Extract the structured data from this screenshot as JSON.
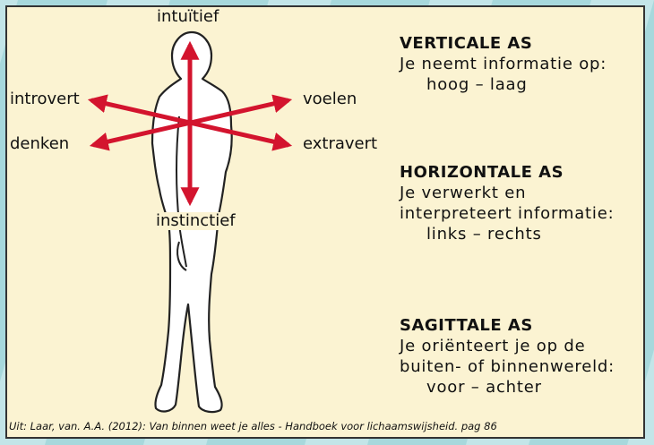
{
  "axes": {
    "top": "intuïtief",
    "bottom": "instinctief",
    "left_upper": "introvert",
    "left_lower": "denken",
    "right_upper": "voelen",
    "right_lower": "extravert"
  },
  "sections": [
    {
      "heading": "VERTICALE AS",
      "lines": [
        "Je neemt informatie op:"
      ],
      "poles": "hoog – laag"
    },
    {
      "heading": "HORIZONTALE AS",
      "lines": [
        "Je verwerkt en",
        "interpreteert informatie:"
      ],
      "poles": "links – rechts"
    },
    {
      "heading": "SAGITTALE AS",
      "lines": [
        "Je oriënteert je op de",
        "buiten- of binnenwereld:"
      ],
      "poles": "voor – achter"
    }
  ],
  "caption": "Uit: Laar, van. A.A. (2012): Van binnen weet je alles - Handboek voor lichaamswijsheid. pag 86",
  "colors": {
    "arrow": "#d3142e",
    "panel": "#fbf3d2",
    "frame": "#a7d8dc"
  }
}
